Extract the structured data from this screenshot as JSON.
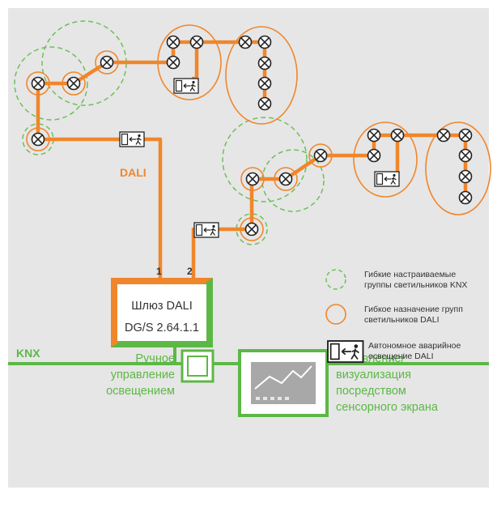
{
  "colors": {
    "background": "#e6e6e6",
    "dali_orange": "#f0862b",
    "knx_green": "#5cb845",
    "dashed_green": "#6cc05a",
    "text_dark": "#333333",
    "outline": "#222222"
  },
  "labels": {
    "dali": "DALI",
    "knx": "KNX",
    "line1": "1",
    "line2": "2"
  },
  "gateway": {
    "title": "Шлюз DALI",
    "model": "DG/S 2.64.1.1"
  },
  "legend": {
    "knx_groups": [
      "Гибкие настраиваемые",
      "группы светильников KNX"
    ],
    "dali_groups": [
      "Гибкое назначение групп",
      "светильников DALI"
    ],
    "emergency": [
      "Автономное аварийное",
      "освещение DALI"
    ]
  },
  "manual_control": [
    "Ручное",
    "управление",
    "освещением"
  ],
  "touchscreen": [
    "Управление/",
    "визуализация",
    "посредством",
    "сенсорного экрана"
  ],
  "icons": {
    "lamp": "lamp-icon",
    "emergency_exit": "emergency-exit-icon",
    "switch": "switch-icon",
    "touchscreen": "touchscreen-icon"
  }
}
